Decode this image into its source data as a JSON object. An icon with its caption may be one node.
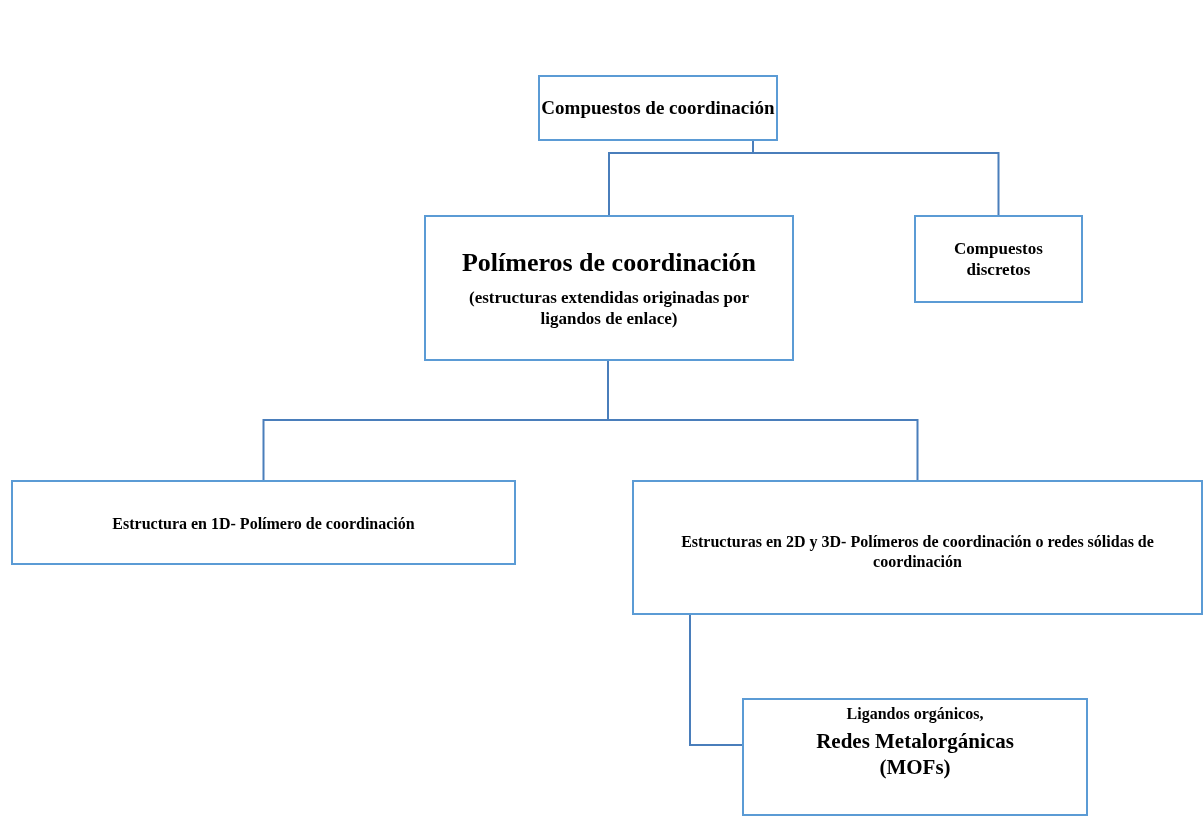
{
  "diagram": {
    "nodes": [
      {
        "text": [
          "Compuestos de coordinación"
        ]
      },
      {
        "text": [
          "Polímeros de coordinación",
          "(estructuras extendidas originadas por ligandos de enlace)"
        ]
      },
      {
        "text": [
          "Compuestos discretos"
        ]
      },
      {
        "text": [
          "Estructura en 1D- Polímero de coordinación"
        ]
      },
      {
        "text": [
          "Estructuras en 2D y 3D- Polímeros de coordinación o redes sólidas de coordinación"
        ]
      },
      {
        "text": [
          "Ligandos orgánicos,",
          "Redes Metalorgánicas (MOFs)"
        ]
      }
    ],
    "edges": [
      {
        "from": 0,
        "to": 1,
        "arrow": "none"
      },
      {
        "from": 0,
        "to": 2,
        "arrow": "none"
      },
      {
        "from": 1,
        "to": 3,
        "arrow": "none"
      },
      {
        "from": 1,
        "to": 4,
        "arrow": "none"
      },
      {
        "from": 4,
        "to": 5,
        "arrow": "none"
      }
    ]
  }
}
